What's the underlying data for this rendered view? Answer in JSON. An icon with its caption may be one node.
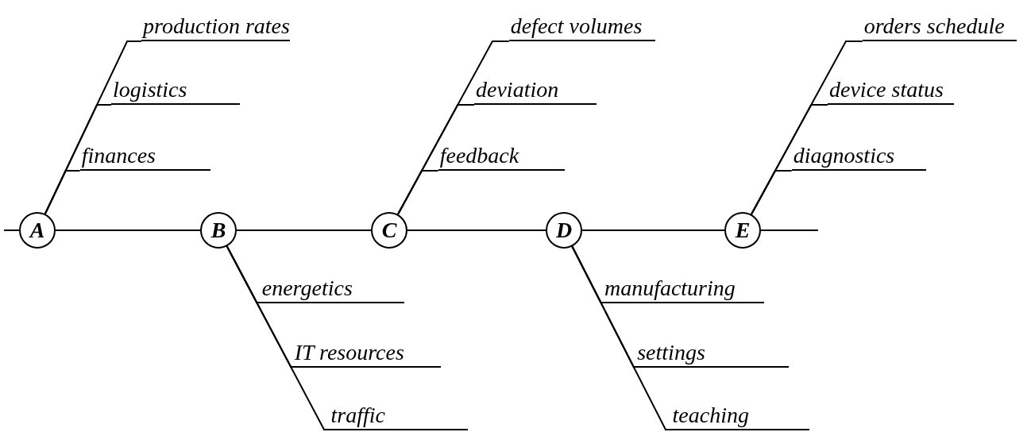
{
  "diagram": {
    "nodes": [
      {
        "text": [
          "A"
        ]
      },
      {
        "text": [
          "B"
        ]
      },
      {
        "text": [
          "C"
        ]
      },
      {
        "text": [
          "D"
        ]
      },
      {
        "text": [
          "E"
        ]
      },
      {
        "text": [
          "production rates"
        ]
      },
      {
        "text": [
          "logistics"
        ]
      },
      {
        "text": [
          "finances"
        ]
      },
      {
        "text": [
          "energetics"
        ]
      },
      {
        "text": [
          "IT resources"
        ]
      },
      {
        "text": [
          "traffic"
        ]
      },
      {
        "text": [
          "defect volumes"
        ]
      },
      {
        "text": [
          "deviation"
        ]
      },
      {
        "text": [
          "feedback"
        ]
      },
      {
        "text": [
          "manufacturing"
        ]
      },
      {
        "text": [
          "settings"
        ]
      },
      {
        "text": [
          "teaching"
        ]
      },
      {
        "text": [
          "orders schedule"
        ]
      },
      {
        "text": [
          "device status"
        ]
      },
      {
        "text": [
          "diagnostics"
        ]
      }
    ],
    "edges": [
      {
        "from": null,
        "to": 0,
        "arrow": "none"
      },
      {
        "from": 0,
        "to": 1,
        "arrow": "none"
      },
      {
        "from": 1,
        "to": 2,
        "arrow": "none"
      },
      {
        "from": 2,
        "to": 3,
        "arrow": "none"
      },
      {
        "from": 3,
        "to": 4,
        "arrow": "none"
      },
      {
        "from": 4,
        "to": null,
        "arrow": "none"
      },
      {
        "from": 0,
        "to": 5,
        "arrow": "none"
      },
      {
        "from": 0,
        "to": 6,
        "arrow": "none"
      },
      {
        "from": 0,
        "to": 7,
        "arrow": "none"
      },
      {
        "from": 1,
        "to": 8,
        "arrow": "none"
      },
      {
        "from": 1,
        "to": 9,
        "arrow": "none"
      },
      {
        "from": 1,
        "to": 10,
        "arrow": "none"
      },
      {
        "from": 2,
        "to": 11,
        "arrow": "none"
      },
      {
        "from": 2,
        "to": 12,
        "arrow": "none"
      },
      {
        "from": 2,
        "to": 13,
        "arrow": "none"
      },
      {
        "from": 3,
        "to": 14,
        "arrow": "none"
      },
      {
        "from": 3,
        "to": 15,
        "arrow": "none"
      },
      {
        "from": 3,
        "to": 16,
        "arrow": "none"
      },
      {
        "from": 4,
        "to": 17,
        "arrow": "none"
      },
      {
        "from": 4,
        "to": 18,
        "arrow": "none"
      },
      {
        "from": 4,
        "to": 19,
        "arrow": "none"
      }
    ]
  }
}
